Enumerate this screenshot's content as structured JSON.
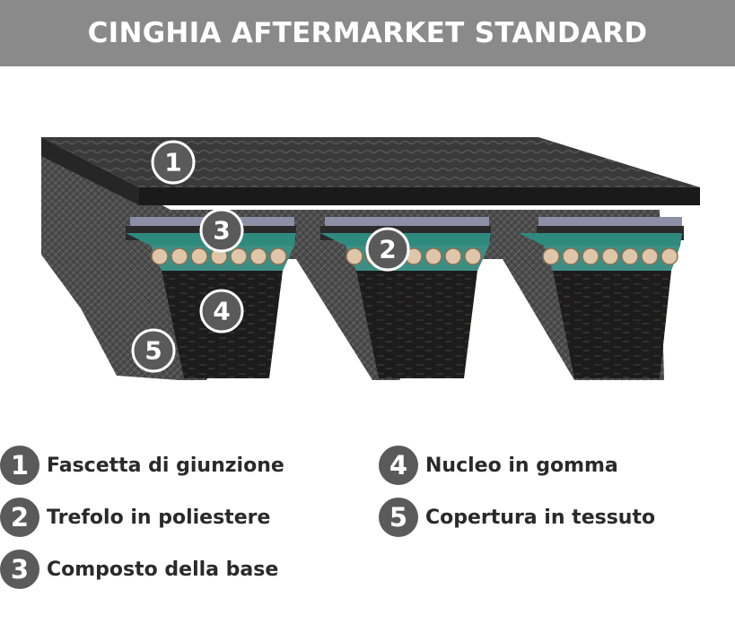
{
  "header": {
    "title": "CINGHIA AFTERMARKET STANDARD"
  },
  "diagram": {
    "callouts": [
      {
        "number": "1"
      },
      {
        "number": "3"
      },
      {
        "number": "2"
      },
      {
        "number": "4"
      },
      {
        "number": "5"
      }
    ]
  },
  "legend": {
    "items": [
      {
        "number": "1",
        "label": "Fascetta di giunzione"
      },
      {
        "number": "2",
        "label": "Trefolo in poliestere"
      },
      {
        "number": "3",
        "label": "Composto della base"
      },
      {
        "number": "4",
        "label": "Nucleo in gomma"
      },
      {
        "number": "5",
        "label": "Copertura in tessuto"
      }
    ]
  },
  "colors": {
    "header_bg": "#8a8a8a",
    "badge_bg": "#5a5a5a",
    "belt_dark": "#1e1e1e",
    "fabric": "#4a4a4a",
    "cord_band": "#2f8a7e"
  }
}
